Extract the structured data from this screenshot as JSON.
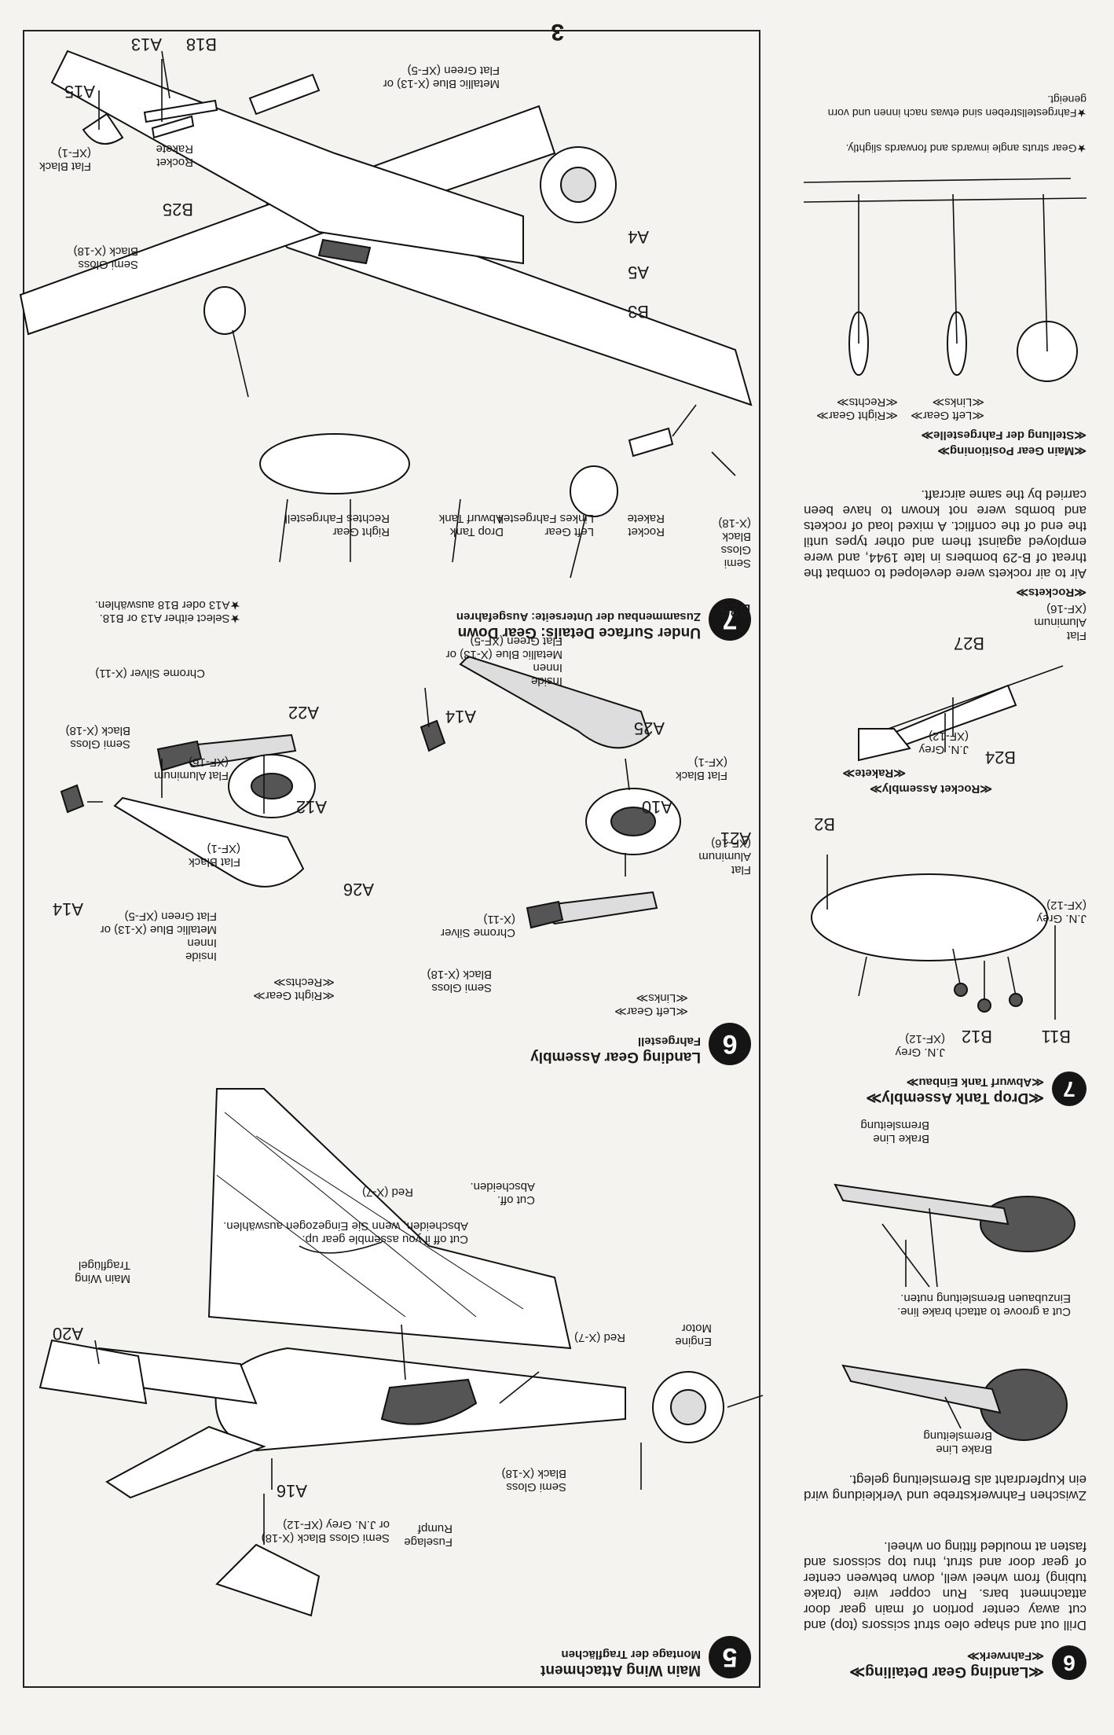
{
  "page_number": "3",
  "step5": {
    "number": "5",
    "title": "Main Wing Attachment",
    "subtitle": "Montage der Tragflächen",
    "labels": {
      "a16": "A16",
      "a20": "A20",
      "fuselage": "Fuselage\nRumpf",
      "fuselage_color": "Semi Gloss Black (X-18)\nor J.N. Grey (XF-12)",
      "semi_gloss_black": "Semi Gloss\nBlack (X-18)",
      "engine": "Engine\nMotor",
      "red1": "Red (X-7)",
      "red2": "Red (X-7)",
      "main_wing": "Main Wing\nTragflügel",
      "cut_off": "Cut off if you assemble gear up.\nAbscheiden, wenn Sie Eingezogen auswählen.",
      "cut_off_short": "Cut off.\nAbscheiden."
    }
  },
  "step6": {
    "number": "6",
    "title": "Landing Gear Assembly",
    "subtitle": "Fahrgestell",
    "left_gear": "≪Left Gear≫\n≪Links≫",
    "right_gear": "≪Right Gear≫\n≪Rechts≫",
    "labels": {
      "a14a": "A14",
      "a14b": "A14",
      "a25": "A25",
      "a10": "A10",
      "a21": "A21",
      "a22": "A22",
      "a12": "A12",
      "a26": "A26",
      "inside1": "Inside\nInnen\nMetallic Blue (X-13) or\nFlat Green (XF-5)",
      "inside2": "Inside\nInnen\nMetallic Blue (X-13) or\nFlat Green (XF-5)",
      "flat_black1": "Flat Black\n(XF-1)",
      "flat_black2": "Flat Black\n(XF-1)",
      "flat_al1": "Flat\nAluminum\n(XF-16)",
      "flat_al2": "Flat Aluminum\n(XF-16)",
      "chrome1": "Chrome Silver\n(X-11)",
      "chrome2": "Chrome Silver (X-11)",
      "sgb1": "Semi Gloss\nBlack (X-18)",
      "sgb2": "Semi Gloss\nBlack (X-18)"
    }
  },
  "step7": {
    "number": "7",
    "title": "Under Surface Details: Gear Down",
    "subtitle": "Zusammenbau der Unterseite: Ausgefahren",
    "note": "★Select either A13 or B18.\n★A13 oder B18 auswählen.",
    "labels": {
      "a15": "A15",
      "a13": "A13",
      "b18": "B18",
      "b25a": "B25",
      "b25b": "B25",
      "b3": "B3",
      "a5": "A5",
      "a4": "A4",
      "flat_black": "Flat Black\n(XF-1)",
      "right_gear": "Right Gear\nRechtes Fahrgestell",
      "drop_tank": "Drop Tank\nAbwurf Tank",
      "left_gear": "Left Gear\nLinkes Fahrgestell",
      "rocket": "Rocket\nRakete",
      "rocket2": "Rocket\nRakete",
      "semi_gloss_black_x18": "Semi\nGloss\nBlack\n(X-18)",
      "semi_gloss_black2": "Semi Gloss\nBlack (X-18)",
      "metallic_blue": "Metallic Blue (X-13) or\nFlat Green (XF-5)"
    }
  },
  "sidebar": {
    "gear_detail": {
      "number": "6",
      "title": "≪Landing Gear Detailing≫",
      "subtitle": "≪Fahrwerk≫",
      "text_en": "Drill out and shape oleo strut scissors (top) and cut away center portion of main gear door attachment bars. Run copper wire (brake tubing) from wheel well, down between center of gear door and strut, thru top scissors and fasten at moulded fitting on wheel.",
      "text_de": "Zwischen Fahrwerkstrebe und Verkleidung wird ein Kupferdraht als Bremsleitung gelegt.",
      "brake_line1": "Brake Line\nBremsleitung",
      "cut_groove": "Cut a groove to attach brake line.\nEinzubauen Bremsleitung nuten.",
      "brake_line2": "Brake Line\nBremsleitung"
    },
    "drop_tank": {
      "number": "7",
      "title": "≪Drop Tank Assembly≫",
      "subtitle": "≪Abwurf Tank Einbau≫",
      "b11": "B11",
      "b12": "B12",
      "b2": "B2",
      "grey1": "J.N. Grey\n(XF-12)",
      "grey2": "J.N. Grey\n(XF-12)"
    },
    "rocket": {
      "title": "≪Rocket Assembly≫",
      "subtitle": "≪Rakete≫",
      "b24": "B24",
      "b27": "B27",
      "grey": "J.N. Grey\n(XF-12)",
      "flat_al": "Flat\nAluminum\n(XF-16)"
    },
    "rockets_note": {
      "title": "≪Rockets≫",
      "text": "Air to air rockets were developed to combat the threat of B-29 bombers in late 1944, and were employed against them and other types until the end of the conflict. A mixed load of rockets and bombs were not known to have been carried by the same aircraft."
    },
    "positioning": {
      "title": "≪Main Gear Positioning≫",
      "subtitle": "≪Stellung der Fahrgestelle≫",
      "left": "≪Left Gear≫\n≪Links≫",
      "right": "≪Right Gear≫\n≪Rechts≫",
      "note_en": "★Gear struts angle inwards and forwards slightly.",
      "note_de": "★Fahrgestellstreben sind etwas nach innen und vorn geneigt."
    }
  }
}
